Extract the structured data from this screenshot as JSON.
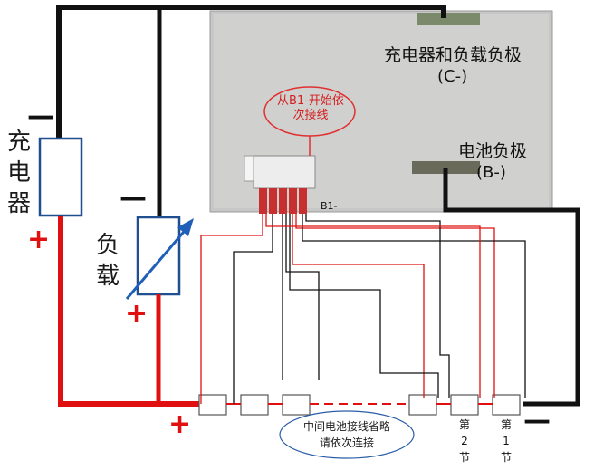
{
  "board": {
    "label_c_minus": "充电器和负载负极",
    "label_c_minus_sub": "(C-)",
    "label_b_minus": "电池负极",
    "label_b_minus_sub": "(B-)",
    "connector_label": "B1-"
  },
  "note_top": "从B1-开始依次接线",
  "charger": {
    "label": "充电器",
    "minus": "—",
    "plus": "+"
  },
  "load": {
    "label": "负载",
    "minus": "—",
    "plus": "+"
  },
  "battery_plus": "+",
  "battery_minus": "—",
  "note_bottom": "中间电池接线省略请依次连接",
  "cells": [
    {
      "label": "第2节"
    },
    {
      "label": "第1节"
    }
  ],
  "colors": {
    "red_wire": "#e01010",
    "black_wire": "#111111",
    "box_blue": "#1f4f8f",
    "arrow_blue": "#1f5fb8",
    "note_ellipse": "#e03030",
    "bottom_ellipse": "#2a5da8",
    "board": "#c9c9c9"
  }
}
